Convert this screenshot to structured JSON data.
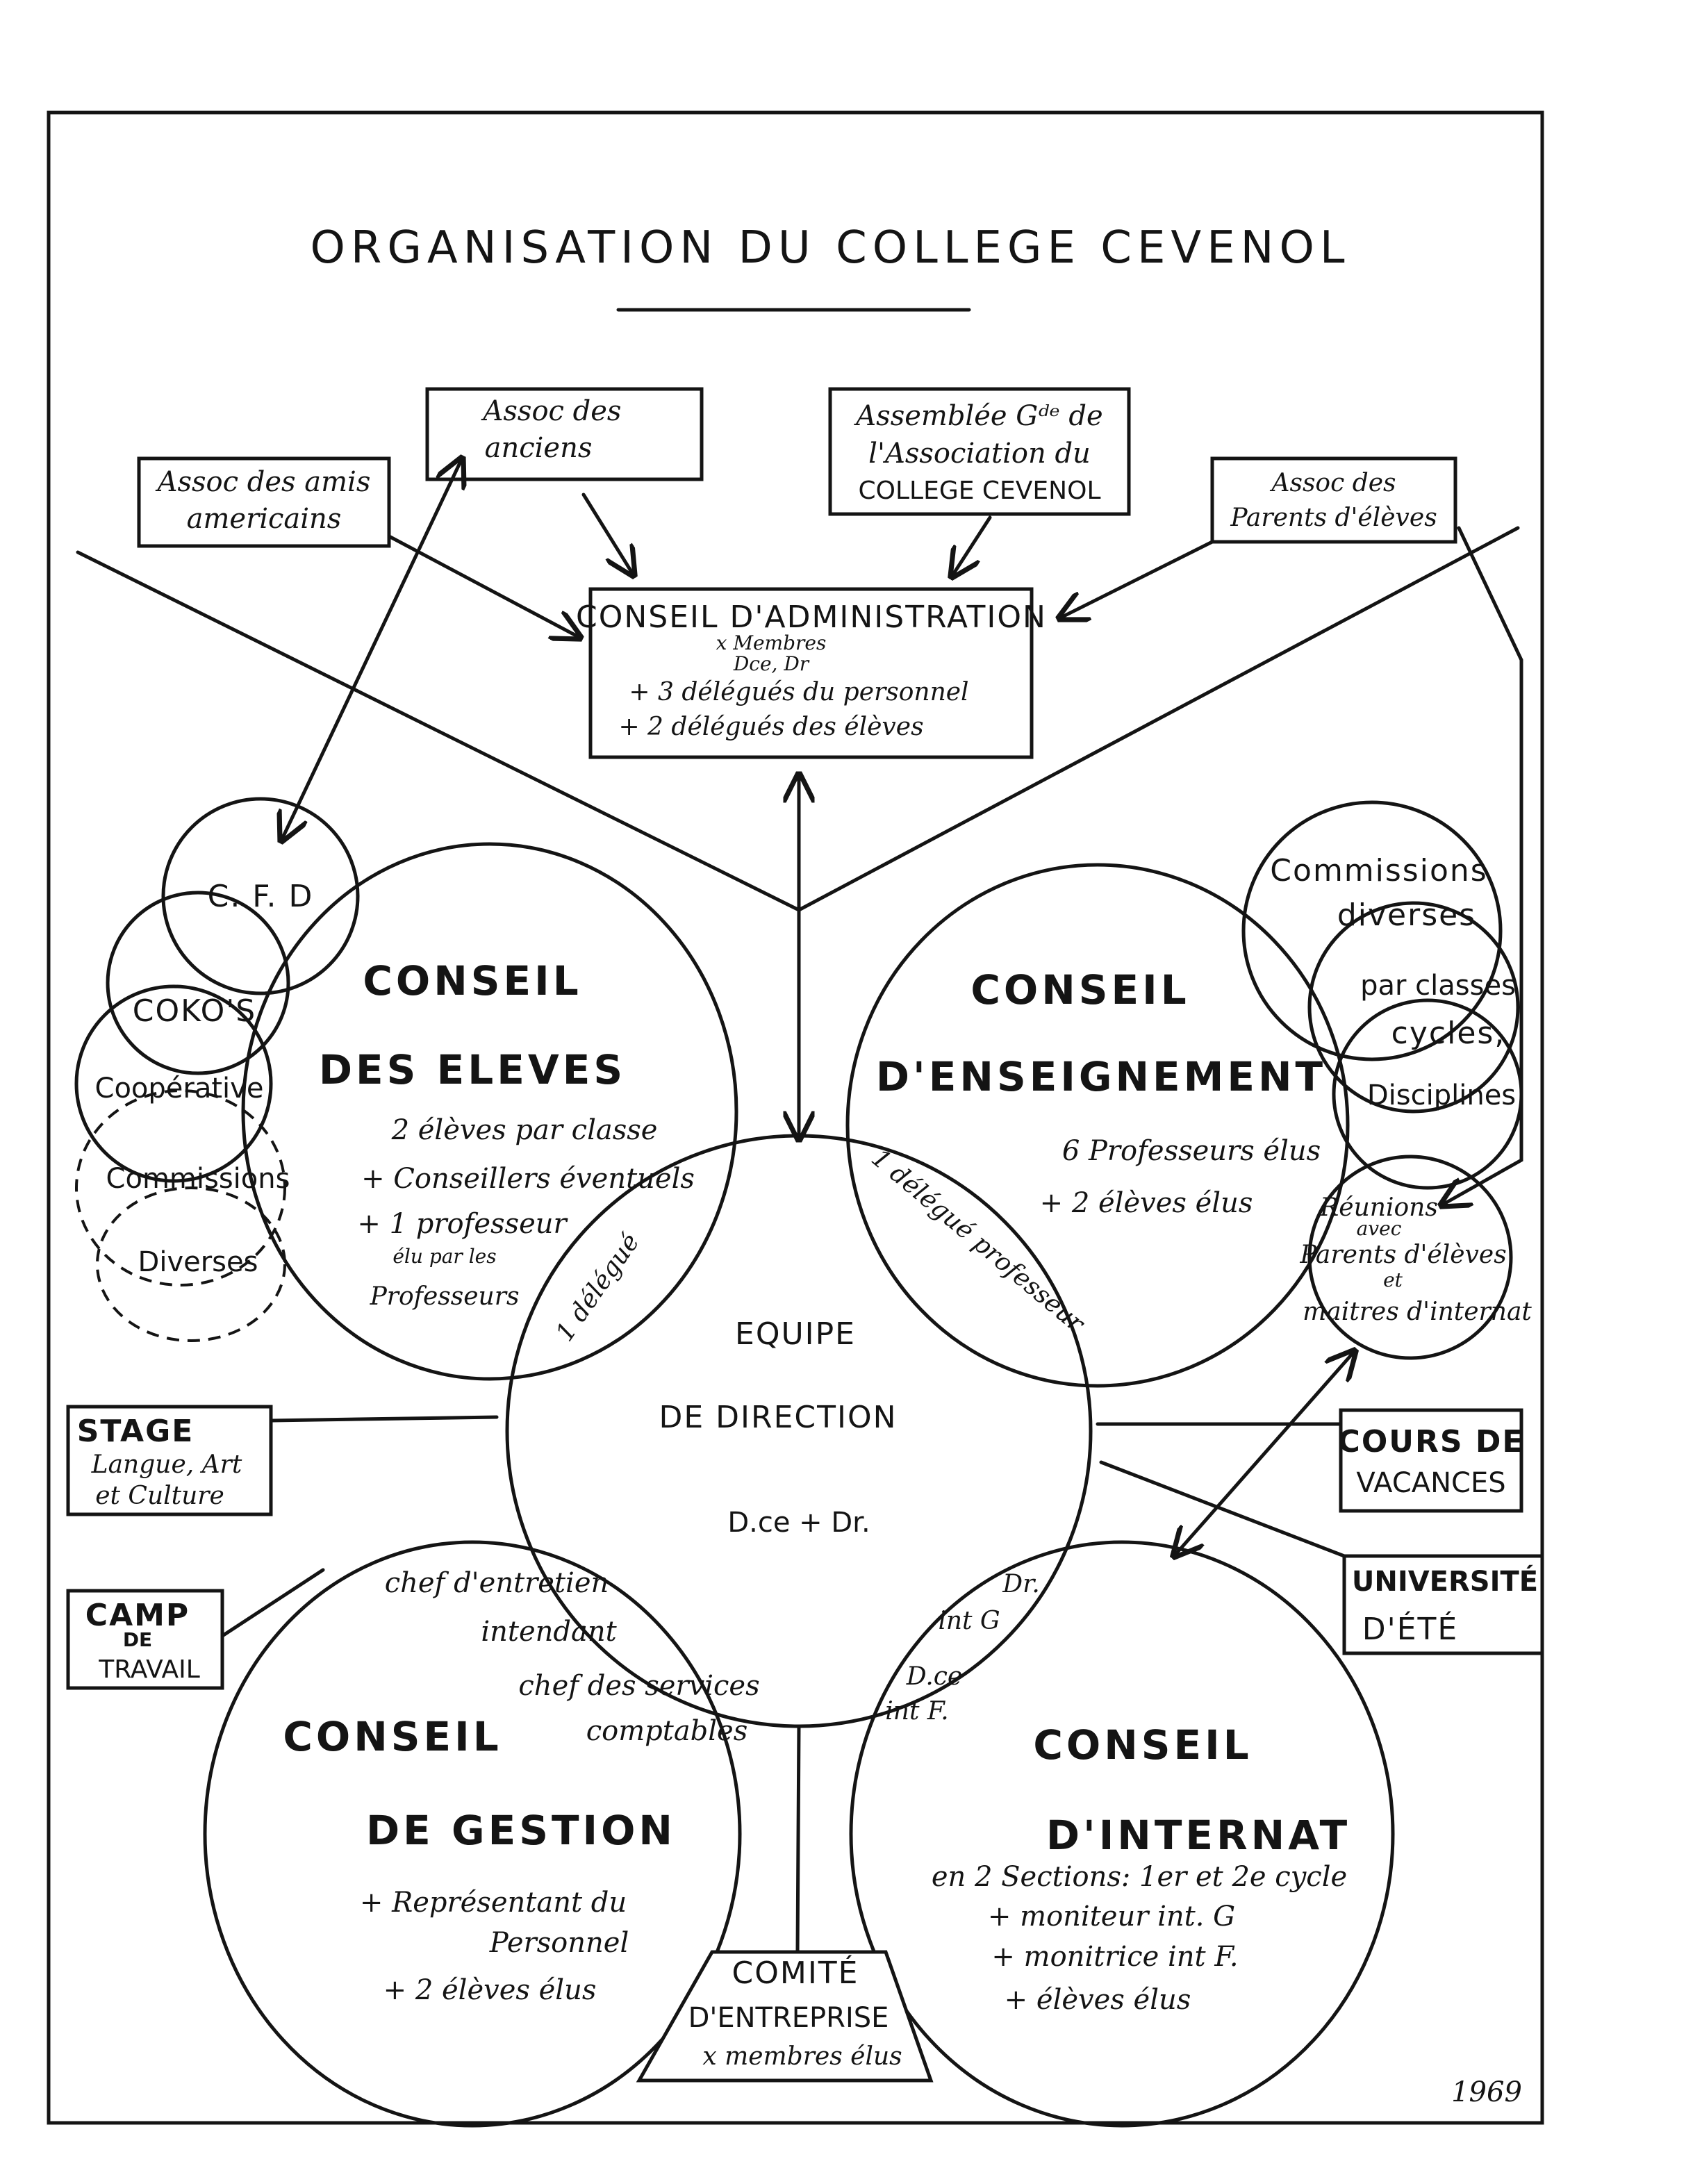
{
  "title": "ORGANISATION DU COLLEGE CEVENOL",
  "year": "1969",
  "top_boxes": {
    "amis_americains": [
      "Assoc des amis",
      "americains"
    ],
    "anciens": [
      "Assoc des",
      "anciens"
    ],
    "assemblee": [
      "Assemblée Gᵈᵉ de",
      "l'Association du",
      "COLLEGE CEVENOL"
    ],
    "parents": [
      "Assoc des",
      "Parents d'élèves"
    ]
  },
  "conseil_admin": {
    "title": "CONSEIL D'ADMINISTRATION",
    "lines": [
      "x Membres",
      "Dce, Dr",
      "+ 3 délégués du personnel",
      "+ 2 délégués des élèves"
    ]
  },
  "conseil_eleves": {
    "title1": "CONSEIL",
    "title2": "DES ELEVES",
    "lines": [
      "2 élèves par classe",
      "+ Conseillers éventuels",
      "+ 1 professeur",
      "élu par les",
      "Professeurs"
    ],
    "delegue": "1 délégué"
  },
  "left_circles": {
    "cfd": "C. F. D",
    "cokos": "COKO'S",
    "cooperative": "Coopérative",
    "commissions": "Commissions",
    "diverses": "Diverses"
  },
  "conseil_enseignement": {
    "title1": "CONSEIL",
    "title2": "D'ENSEIGNEMENT",
    "lines": [
      "6 Professeurs élus",
      "+ 2 élèves élus"
    ],
    "delegue": "1 délégué professeur"
  },
  "right_circles": {
    "commissions": [
      "Commissions",
      "diverses",
      "par classes",
      "cycles,",
      "Disciplines"
    ],
    "reunions": [
      "Réunions",
      "avec",
      "Parents d'élèves",
      "et",
      "maitres d'internat"
    ]
  },
  "equipe": {
    "line1": "EQUIPE",
    "line2": "DE DIRECTION",
    "line3": "D.ce + Dr."
  },
  "side_boxes": {
    "stage": [
      "STAGE",
      "Langue, Art",
      "et Culture"
    ],
    "camp": [
      "CAMP",
      "DE",
      "TRAVAIL"
    ],
    "cours": [
      "COURS DE",
      "VACANCES"
    ],
    "universite": [
      "UNIVERSITÉ",
      "D'ÉTÉ"
    ]
  },
  "conseil_gestion": {
    "title1": "CONSEIL",
    "title2": "DE GESTION",
    "overlap": [
      "chef d'entretien",
      "intendant",
      "chef des services",
      "comptables"
    ],
    "lines": [
      "+ Représentant du",
      "Personnel",
      "+ 2 élèves élus"
    ]
  },
  "conseil_internat": {
    "title1": "CONSEIL",
    "title2": "D'INTERNAT",
    "overlap": [
      "Dr.",
      "int G",
      "D.ce",
      "int F."
    ],
    "lines": [
      "en 2 Sections: 1er et 2e cycle",
      "+ moniteur int. G",
      "+ monitrice int F.",
      "+ élèves élus"
    ]
  },
  "comite": [
    "COMITÉ",
    "D'ENTREPRISE",
    "x membres élus"
  ]
}
